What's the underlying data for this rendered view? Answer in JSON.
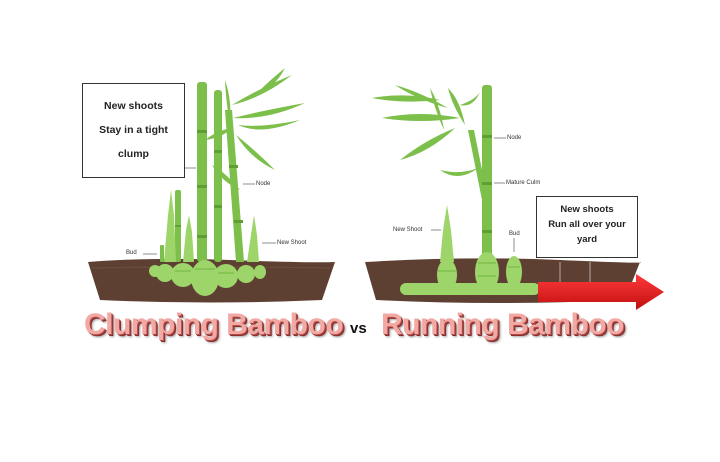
{
  "left_panel": {
    "callout_lines": [
      "New shoots",
      "Stay in a tight",
      "clump"
    ],
    "labels": {
      "bud": "Bud",
      "node": "Node",
      "new_shoot": "New Shoot"
    },
    "title": "Clumping Bamboo"
  },
  "vs_text": "vs",
  "right_panel": {
    "callout_lines": [
      "New shoots",
      "Run all over your",
      "yard"
    ],
    "labels": {
      "node": "Node",
      "mature_culm": "Mature Culm",
      "new_shoot": "New Shoot",
      "bud": "Bud"
    },
    "title": "Running Bamboo"
  },
  "colors": {
    "bamboo_green": "#7dbf4b",
    "shoot_green": "#9ed56a",
    "soil": "#5e4033",
    "arrow_red": "#e31b1b",
    "title_pink": "#f2a9a4"
  }
}
